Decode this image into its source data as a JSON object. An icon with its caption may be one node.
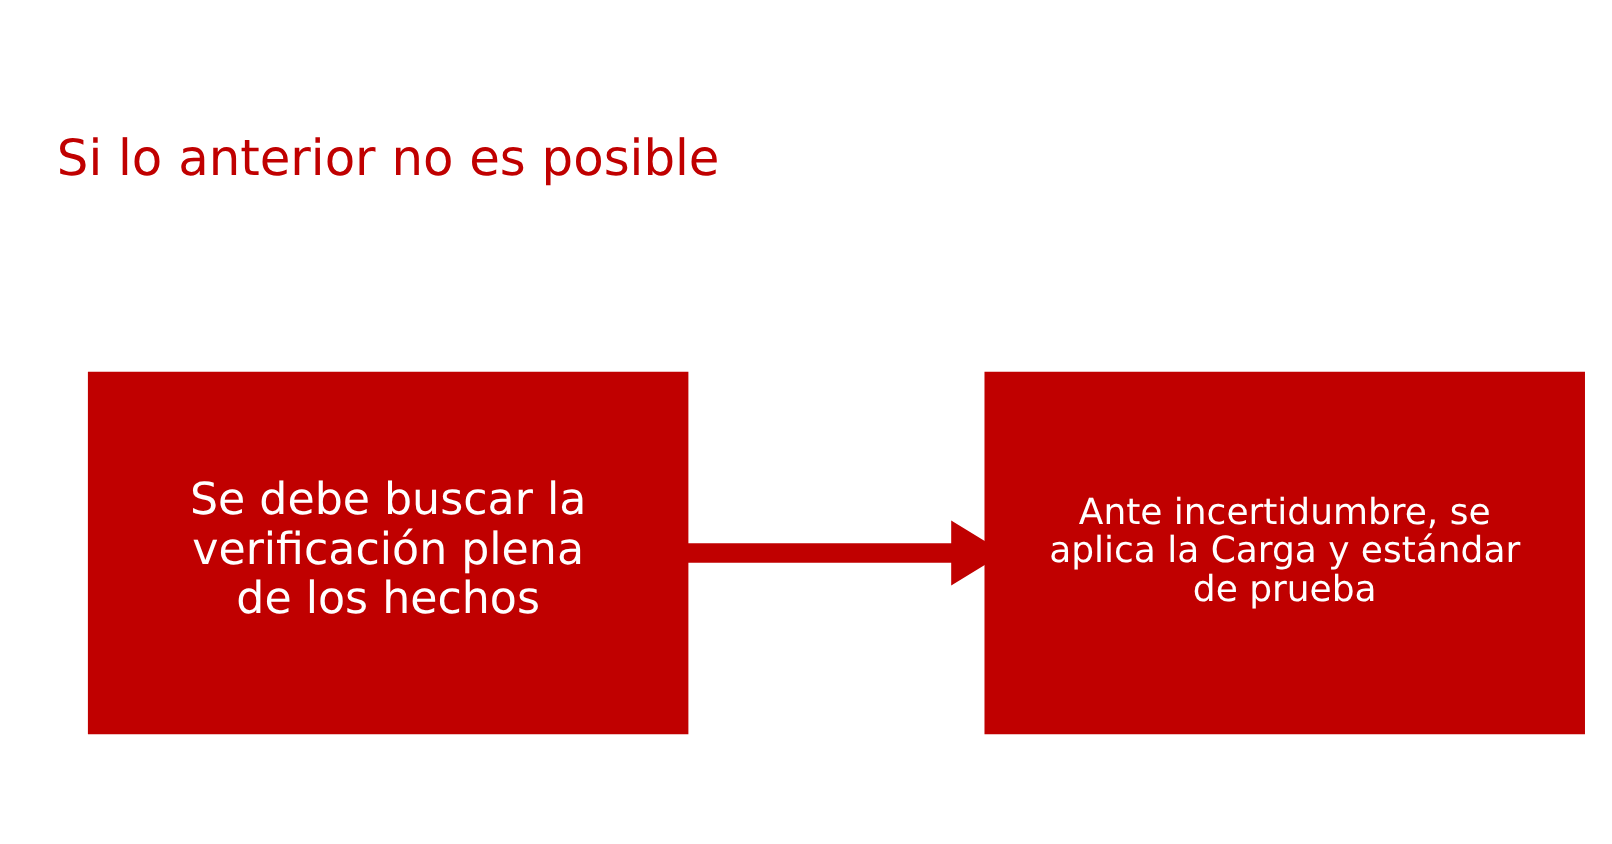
{
  "diagram": {
    "nodes": [
      {
        "text": [
          "Se debe buscar la verificación plena de los hechos"
        ]
      },
      {
        "text": [
          "Ante incertidumbre, se aplica la Carga y estándar de prueba"
        ]
      }
    ],
    "edges": [
      {
        "from": 0,
        "to": 1,
        "arrow": "to"
      }
    ],
    "labels": [
      "Si lo anterior no es posible"
    ]
  }
}
